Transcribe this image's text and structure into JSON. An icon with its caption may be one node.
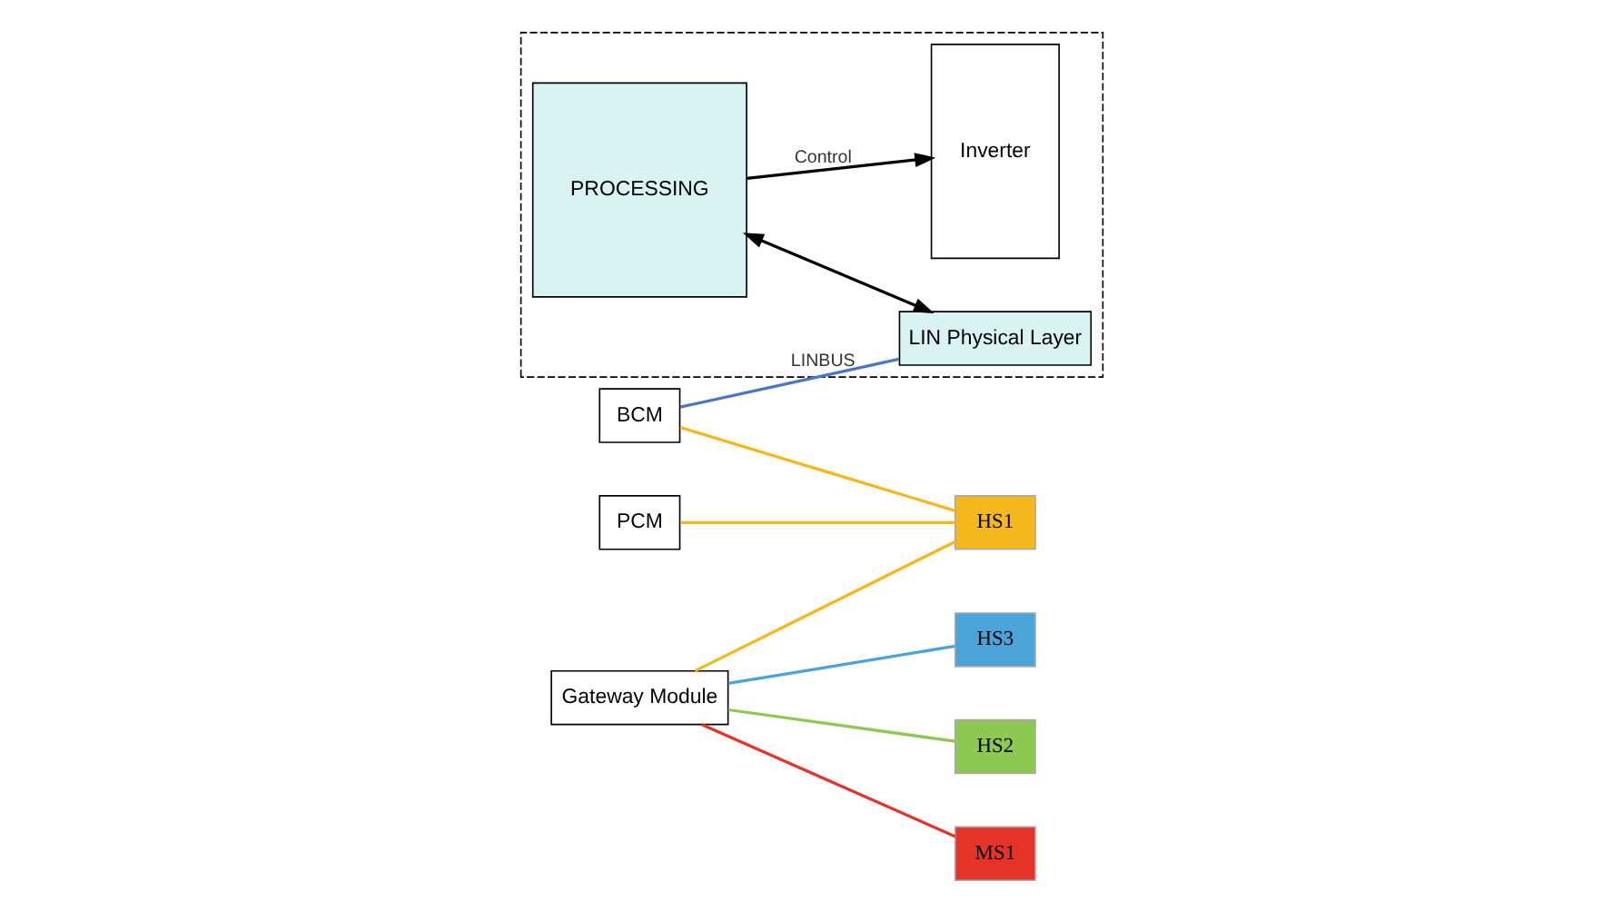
{
  "diagram": {
    "nodes": [
      {
        "text": [],
        "shape": "box"
      },
      {
        "text": [
          "PROCESSING"
        ],
        "in": 0
      },
      {
        "text": [
          "Inverter"
        ],
        "in": 0
      },
      {
        "text": [
          "LIN Physical Layer"
        ],
        "in": 0
      },
      {
        "text": [
          "PCM"
        ]
      },
      {
        "text": [
          "BCM"
        ]
      },
      {
        "text": [
          "Gateway Module"
        ]
      },
      {
        "text": [
          "HS1"
        ]
      },
      {
        "text": [
          "HS3"
        ]
      },
      {
        "text": [
          "HS2"
        ]
      },
      {
        "text": [
          "MS1"
        ]
      }
    ],
    "edges": [
      {
        "from": 1,
        "to": 2,
        "arrow": "to",
        "label": "Control",
        "color": "#000000"
      },
      {
        "from": 1,
        "to": 3,
        "arrow": "both",
        "color": "#000000"
      },
      {
        "from": 5,
        "to": 3,
        "arrow": "none",
        "label": "LINBUS",
        "color": "#4a78c0"
      },
      {
        "from": 4,
        "to": 7,
        "arrow": "none",
        "color": "#f5b81c"
      },
      {
        "from": 5,
        "to": 7,
        "arrow": "none",
        "color": "#f5b81c"
      },
      {
        "from": 6,
        "to": 7,
        "arrow": "none",
        "color": "#f5b81c"
      },
      {
        "from": 6,
        "to": 8,
        "arrow": "none",
        "color": "#4aa3d9"
      },
      {
        "from": 6,
        "to": 9,
        "arrow": "none",
        "color": "#8cc852"
      },
      {
        "from": 6,
        "to": 10,
        "arrow": "none",
        "color": "#e5332a"
      }
    ]
  }
}
